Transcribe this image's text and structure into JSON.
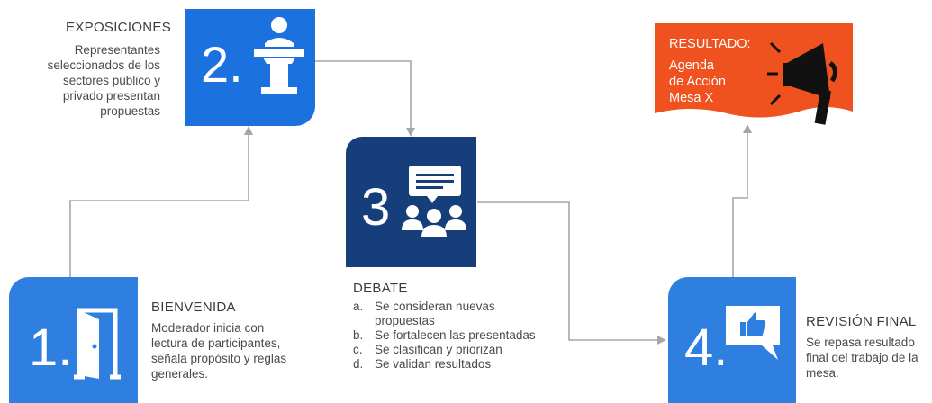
{
  "colors": {
    "connector": "#a6a6a6",
    "tile_light": "#2f7fe0",
    "tile_dark": "#153e7a",
    "result_card": "#f0521f"
  },
  "steps": {
    "bienvenida": {
      "number": "1.",
      "title": "BIENVENIDA",
      "description_lines": [
        "Moderador inicia con",
        "lectura de participantes,",
        "señala propósito y reglas",
        "generales."
      ],
      "icon": "door-icon"
    },
    "exposiciones": {
      "number": "2.",
      "title": "EXPOSICIONES",
      "description_lines": [
        "Representantes",
        "seleccionados de los",
        "sectores público y",
        "privado presentan",
        "propuestas"
      ],
      "icon": "podium-speaker-icon"
    },
    "debate": {
      "number": "3",
      "title": "DEBATE",
      "items": [
        {
          "marker": "a.",
          "lines": [
            "Se consideran nuevas",
            "propuestas"
          ]
        },
        {
          "marker": "b.",
          "lines": [
            "Se fortalecen las presentadas"
          ]
        },
        {
          "marker": "c.",
          "lines": [
            "Se clasifican y priorizan"
          ]
        },
        {
          "marker": "d.",
          "lines": [
            "Se validan resultados"
          ]
        }
      ],
      "icon": "discussion-group-icon"
    },
    "revision": {
      "number": "4.",
      "title": "REVISIÓN FINAL",
      "description_lines": [
        "Se repasa resultado",
        "final del trabajo de la",
        "mesa."
      ],
      "icon": "thumbs-up-chat-icon"
    }
  },
  "result": {
    "title": "RESULTADO:",
    "lines": [
      "Agenda",
      "de Acción",
      "Mesa X"
    ],
    "icon": "megaphone-icon"
  }
}
